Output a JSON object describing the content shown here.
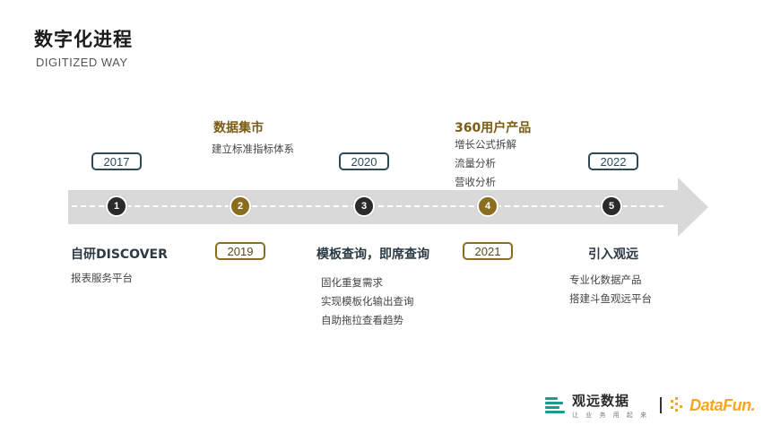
{
  "header": {
    "title": "数字化进程",
    "subtitle": "DIGITIZED WAY"
  },
  "timeline": {
    "milestones": [
      {
        "year": "2017",
        "node": "1",
        "title": "自研DISCOVER",
        "items": [
          "报表服务平台"
        ]
      },
      {
        "year": "2019",
        "node": "2",
        "title": "数据集市",
        "items": [
          "建立标准指标体系"
        ]
      },
      {
        "year": "2020",
        "node": "3",
        "title": "模板查询，即席查询",
        "items": [
          "固化重复需求",
          "实现模板化输出查询",
          "自助拖拉查看趋势"
        ]
      },
      {
        "year": "2021",
        "node": "4",
        "title": "360用户产品",
        "items": [
          "增长公式拆解",
          "流量分析",
          "营收分析"
        ]
      },
      {
        "year": "2022",
        "node": "5",
        "title": "引入观远",
        "items": [
          "专业化数据产品",
          "搭建斗鱼观远平台"
        ]
      }
    ]
  },
  "footer": {
    "logo1_name": "观远数据",
    "logo1_tagline": "让 业 务 用 起 来",
    "logo2_name": "DataFun."
  },
  "colors": {
    "dark": "#2b2b2b",
    "gold": "#8a6d1f",
    "arrow": "#d9d9d9",
    "datafun": "#f5a623",
    "guandata": "#1c9c8f"
  }
}
